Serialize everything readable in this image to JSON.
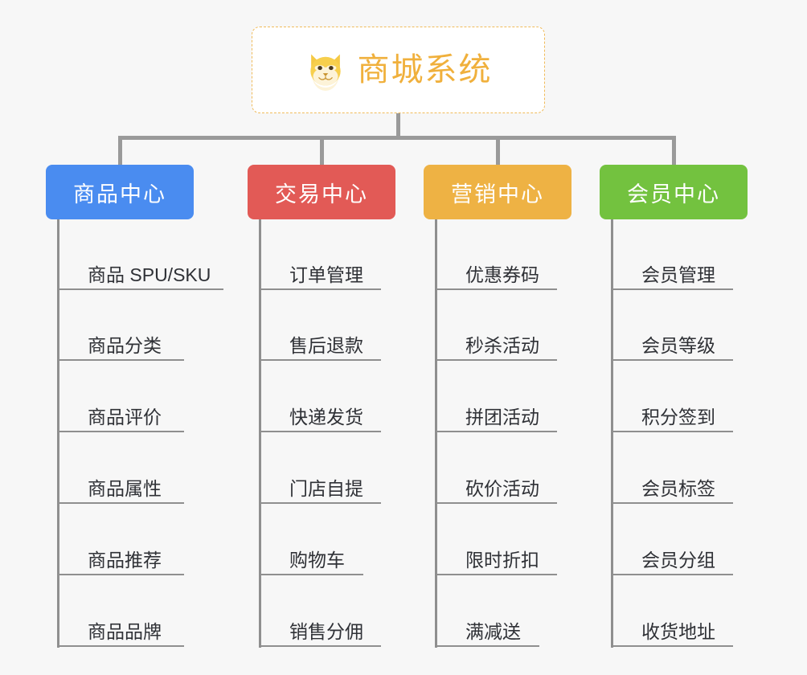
{
  "root": {
    "title": "商城系统",
    "icon": "shiba-dog-icon",
    "accent_color": "#f0b03c",
    "border_color": "#f0bb5a",
    "background": "#ffffff"
  },
  "canvas": {
    "background": "#f7f7f7",
    "connector_color": "#9a9a9a",
    "leaf_line_color": "#8f8f8f",
    "leaf_text_color": "#2f3136"
  },
  "branches": [
    {
      "title": "商品中心",
      "color": "#4a8cf0",
      "items": [
        "商品 SPU/SKU",
        "商品分类",
        "商品评价",
        "商品属性",
        "商品推荐",
        "商品品牌"
      ]
    },
    {
      "title": "交易中心",
      "color": "#e25a56",
      "items": [
        "订单管理",
        "售后退款",
        "快递发货",
        "门店自提",
        "购物车",
        "销售分佣"
      ]
    },
    {
      "title": "营销中心",
      "color": "#eeb244",
      "items": [
        "优惠券码",
        "秒杀活动",
        "拼团活动",
        "砍价活动",
        "限时折扣",
        "满减送"
      ]
    },
    {
      "title": "会员中心",
      "color": "#73c23f",
      "items": [
        "会员管理",
        "会员等级",
        "积分签到",
        "会员标签",
        "会员分组",
        "收货地址"
      ]
    }
  ]
}
